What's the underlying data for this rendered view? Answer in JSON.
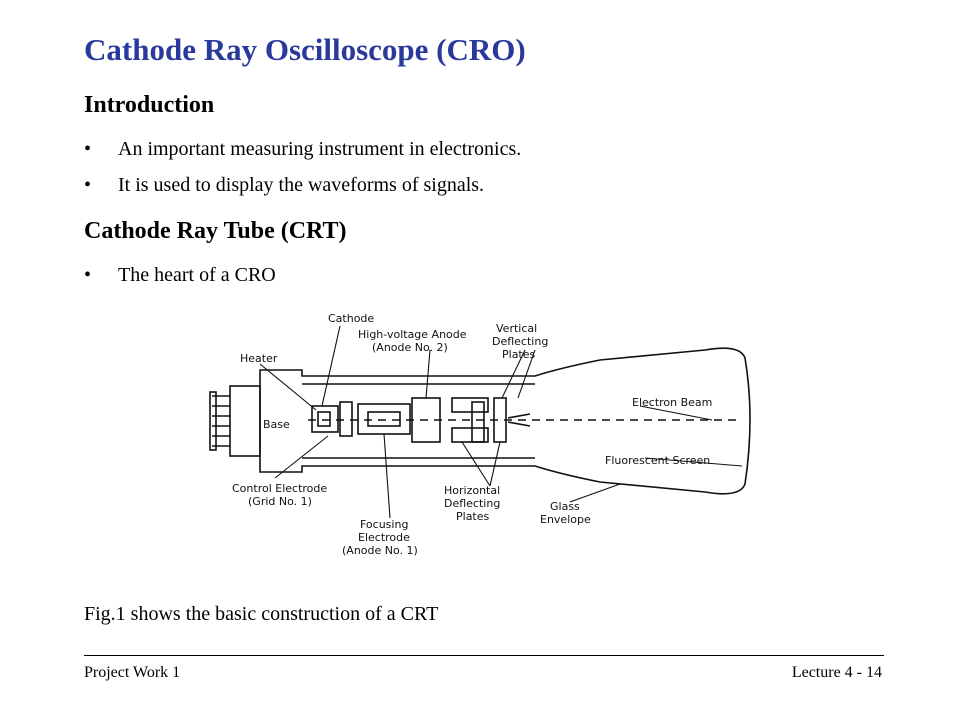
{
  "title": "Cathode Ray Oscilloscope (CRO)",
  "section1": {
    "heading": "Introduction",
    "bullets": [
      "An important measuring instrument in electronics.",
      "It is used  to display the waveforms of signals."
    ]
  },
  "section2": {
    "heading": "Cathode Ray Tube (CRT)",
    "bullets": [
      "The heart of a CRO"
    ]
  },
  "bullet_glyph": "•",
  "figure": {
    "labels": {
      "cathode": "Cathode",
      "heater": "Heater",
      "hv_anode_1": "High-voltage Anode",
      "hv_anode_2": "(Anode No. 2)",
      "vertical_1": "Vertical",
      "vertical_2": "Deflecting",
      "vertical_3": "Plates",
      "base": "Base",
      "electron_beam": "Electron Beam",
      "fluorescent_screen": "Fluorescent Screen",
      "control_1": "Control Electrode",
      "control_2": "(Grid No. 1)",
      "horizontal_1": "Horizontal",
      "horizontal_2": "Deflecting",
      "horizontal_3": "Plates",
      "glass_1": "Glass",
      "glass_2": "Envelope",
      "focusing_1": "Focusing",
      "focusing_2": "Electrode",
      "focusing_3": "(Anode No. 1)"
    }
  },
  "caption": "Fig.1 shows the basic construction of a CRT",
  "footer": {
    "left": "Project Work 1",
    "right": "Lecture 4 - 14"
  }
}
